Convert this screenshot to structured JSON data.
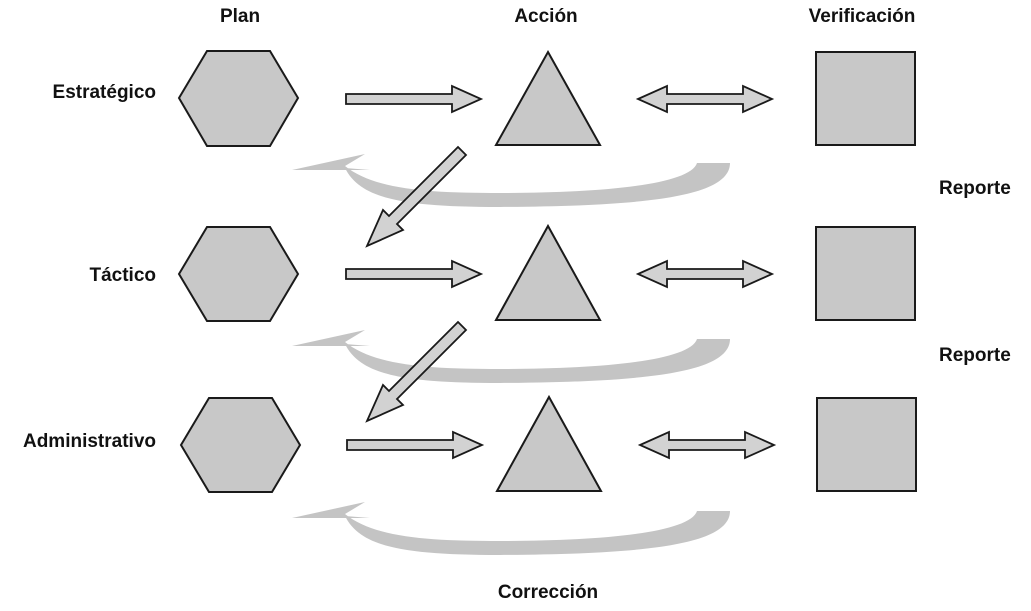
{
  "columns": [
    "Plan",
    "Acción",
    "Verificación"
  ],
  "rows": [
    "Estratégico",
    "Táctico",
    "Administrativo"
  ],
  "feedback_labels": [
    "Reporte",
    "Reporte"
  ],
  "bottom_label": "Corrección",
  "colors": {
    "shape_fill": "#c8c8c8",
    "arrow_fill": "#d2d2d2",
    "feedback_fill": "#c4c4c4",
    "stroke": "#1a1a1a"
  }
}
